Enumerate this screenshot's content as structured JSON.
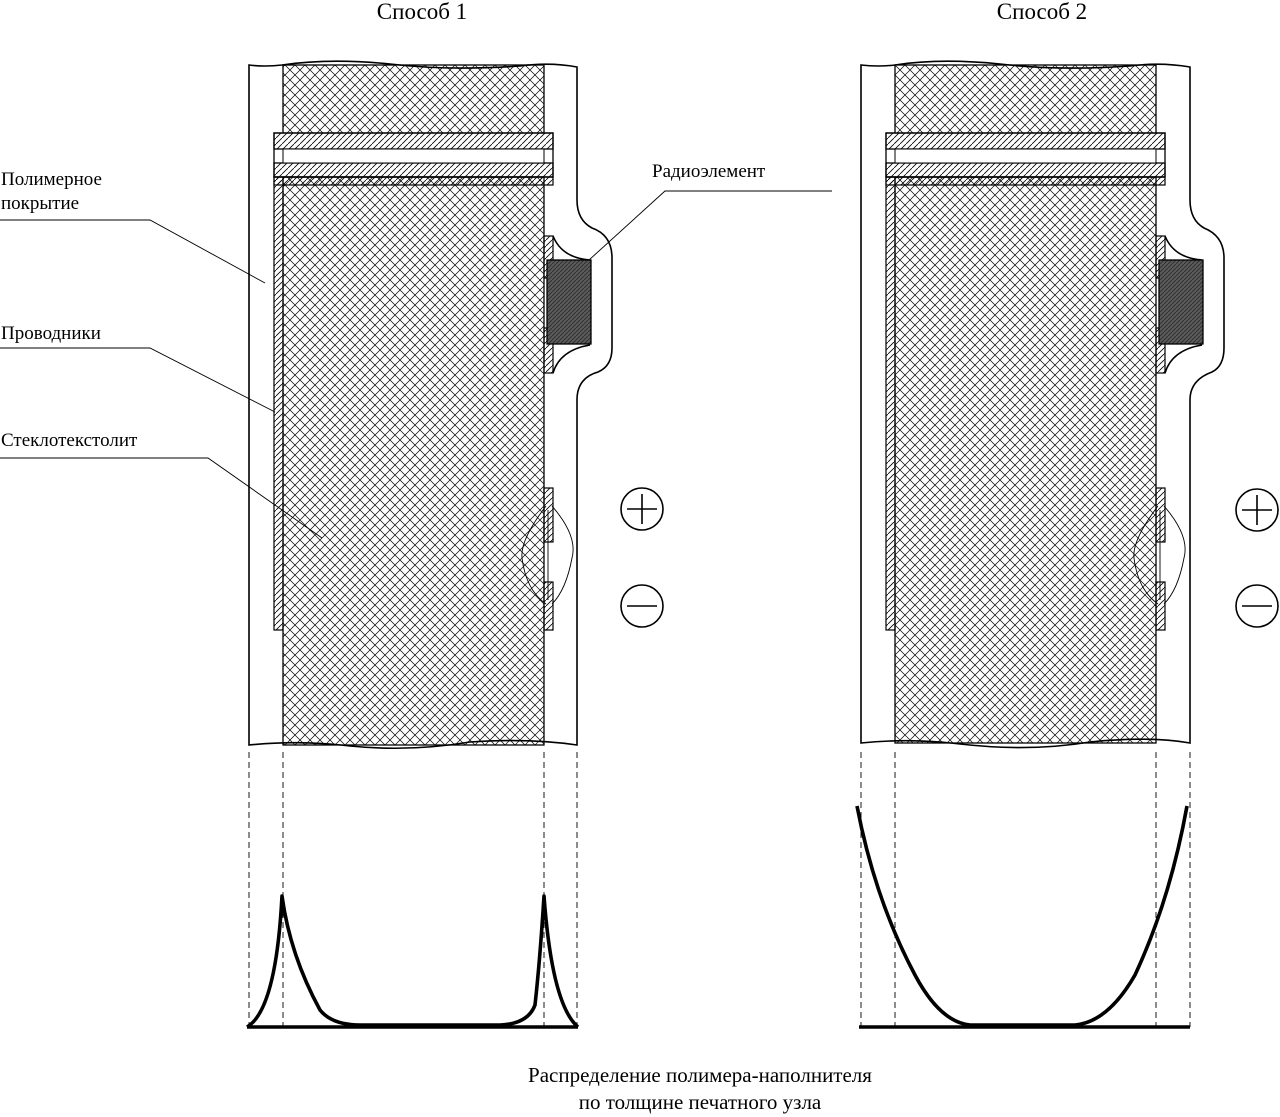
{
  "method_1_title": "Способ 1",
  "method_2_title": "Способ 2",
  "labels": {
    "polymer_coating_line1": "Полимерное",
    "polymer_coating_line2": "покрытие",
    "conductors": "Проводники",
    "fiberglass": "Стеклотекстолит",
    "radio_element": "Радиоэлемент"
  },
  "caption_line1": "Распределение полимера-наполнителя",
  "caption_line2": "по толщине печатного узла",
  "colors": {
    "line": "#000000",
    "component_fill": "#5a5a5a",
    "background": "#ffffff"
  },
  "icons": [
    "plus-circle-icon",
    "minus-circle-icon"
  ]
}
